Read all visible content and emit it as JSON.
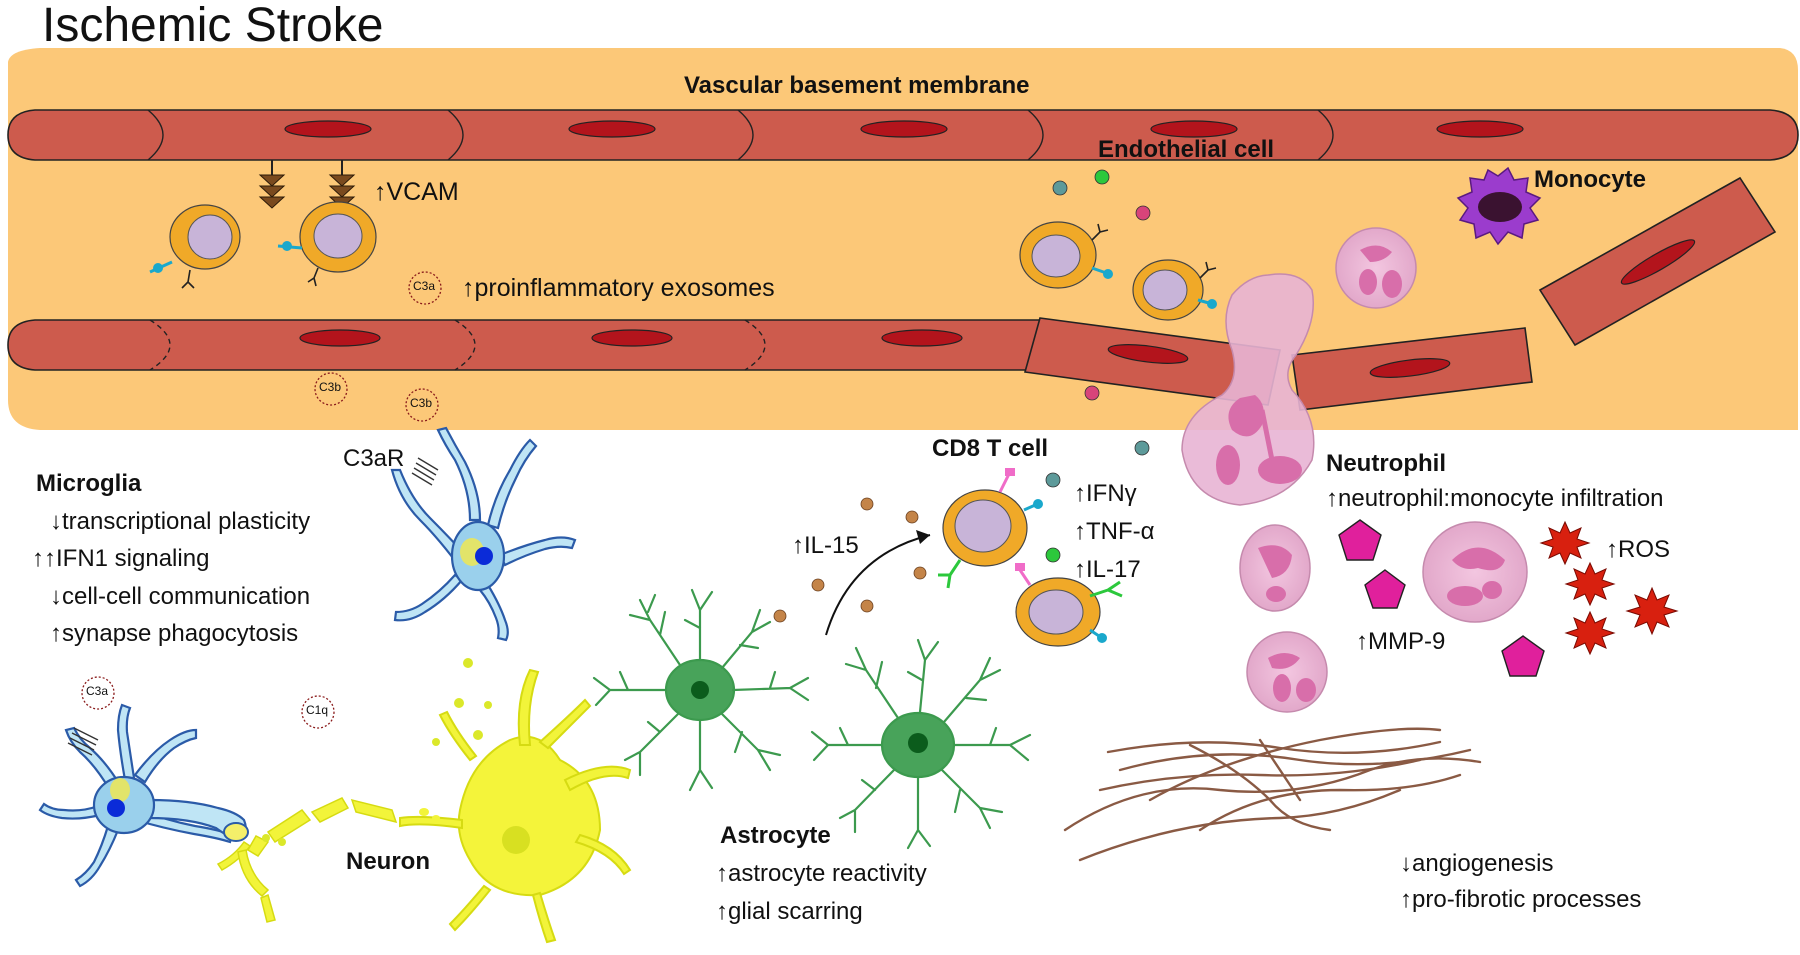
{
  "title": "Ischemic Stroke",
  "labels": {
    "vascular_basement_membrane": "Vascular basement membrane",
    "endothelial_cell": "Endothelial cell",
    "monocyte": "Monocyte",
    "vcam": "↑VCAM",
    "proinflammatory_exosomes": "↑proinflammatory exosomes",
    "cd8_t_cell": "CD8 T cell",
    "neutrophil": "Neutrophil",
    "neutrophil_effect": "↑neutrophil:monocyte infiltration",
    "c3ar": "C3aR",
    "neuron": "Neuron",
    "astrocyte": "Astrocyte",
    "ros": "↑ROS",
    "mmp9": "↑MMP-9",
    "il15": "↑IL-15"
  },
  "complement": {
    "c3a": "C3a",
    "c3b": "C3b",
    "c1q": "C1q"
  },
  "microglia": {
    "heading": "Microglia",
    "effects": [
      "↓transcriptional plasticity",
      "↑↑IFN1 signaling",
      "↓cell-cell communication",
      "↑synapse phagocytosis"
    ]
  },
  "tcell_cytokines": [
    "↑IFNγ",
    "↑TNF-α",
    "↑IL-17"
  ],
  "astrocyte_effects": [
    "↑astrocyte reactivity",
    "↑glial scarring"
  ],
  "fibrosis_effects": [
    "↓angiogenesis",
    "↑pro-fibrotic processes"
  ],
  "colors": {
    "basement_membrane": "#fcc878",
    "endothelial": "#cd5b4d",
    "nucleus": "#b3141c",
    "tcell": "#f0a928",
    "tcell_nucleus": "#c8b4d8",
    "neutrophil": "#e6b4d2",
    "neutrophil_nucleus": "#d86eaa",
    "monocyte": "#9b3ccd",
    "microglia": "#4a7ac8",
    "astrocyte": "#3c9a4e",
    "neuron": "#e6ee14",
    "mmp9": "#e0209c",
    "ros": "#d8200f",
    "fiber": "#8a5a44"
  }
}
